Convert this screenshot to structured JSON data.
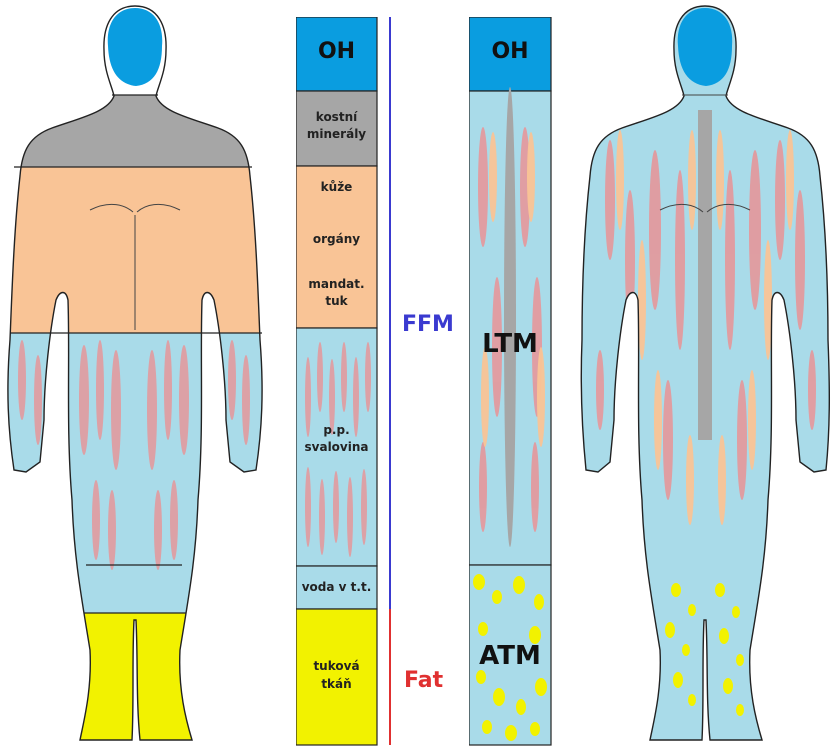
{
  "colors": {
    "head": "#0a9de0",
    "bone": "#a6a6a6",
    "organs": "#f9c496",
    "muscle_bg": "#a9dbe9",
    "muscle_streak": "#e5979b",
    "fat": "#f2f200",
    "ffm_line": "#3a3ad0",
    "fat_line": "#e03030",
    "outline": "#222222"
  },
  "column_left": {
    "oh": "OH",
    "bone_line1": "kostní",
    "bone_line2": "minerály",
    "skin": "kůže",
    "organs": "orgány",
    "mandat_line1": "mandat.",
    "mandat_line2": "tuk",
    "muscle_line1": "p.p.",
    "muscle_line2": "svalovina",
    "water": "voda v t.t.",
    "fat_line1": "tuková",
    "fat_line2": "tkáň"
  },
  "brackets": {
    "ffm": "FFM",
    "fat": "Fat"
  },
  "column_right": {
    "oh": "OH",
    "ltm": "LTM",
    "atm": "ATM"
  },
  "icons": {
    "left_figure": "human-body-layered-icon",
    "right_figure": "human-body-muscle-icon"
  }
}
